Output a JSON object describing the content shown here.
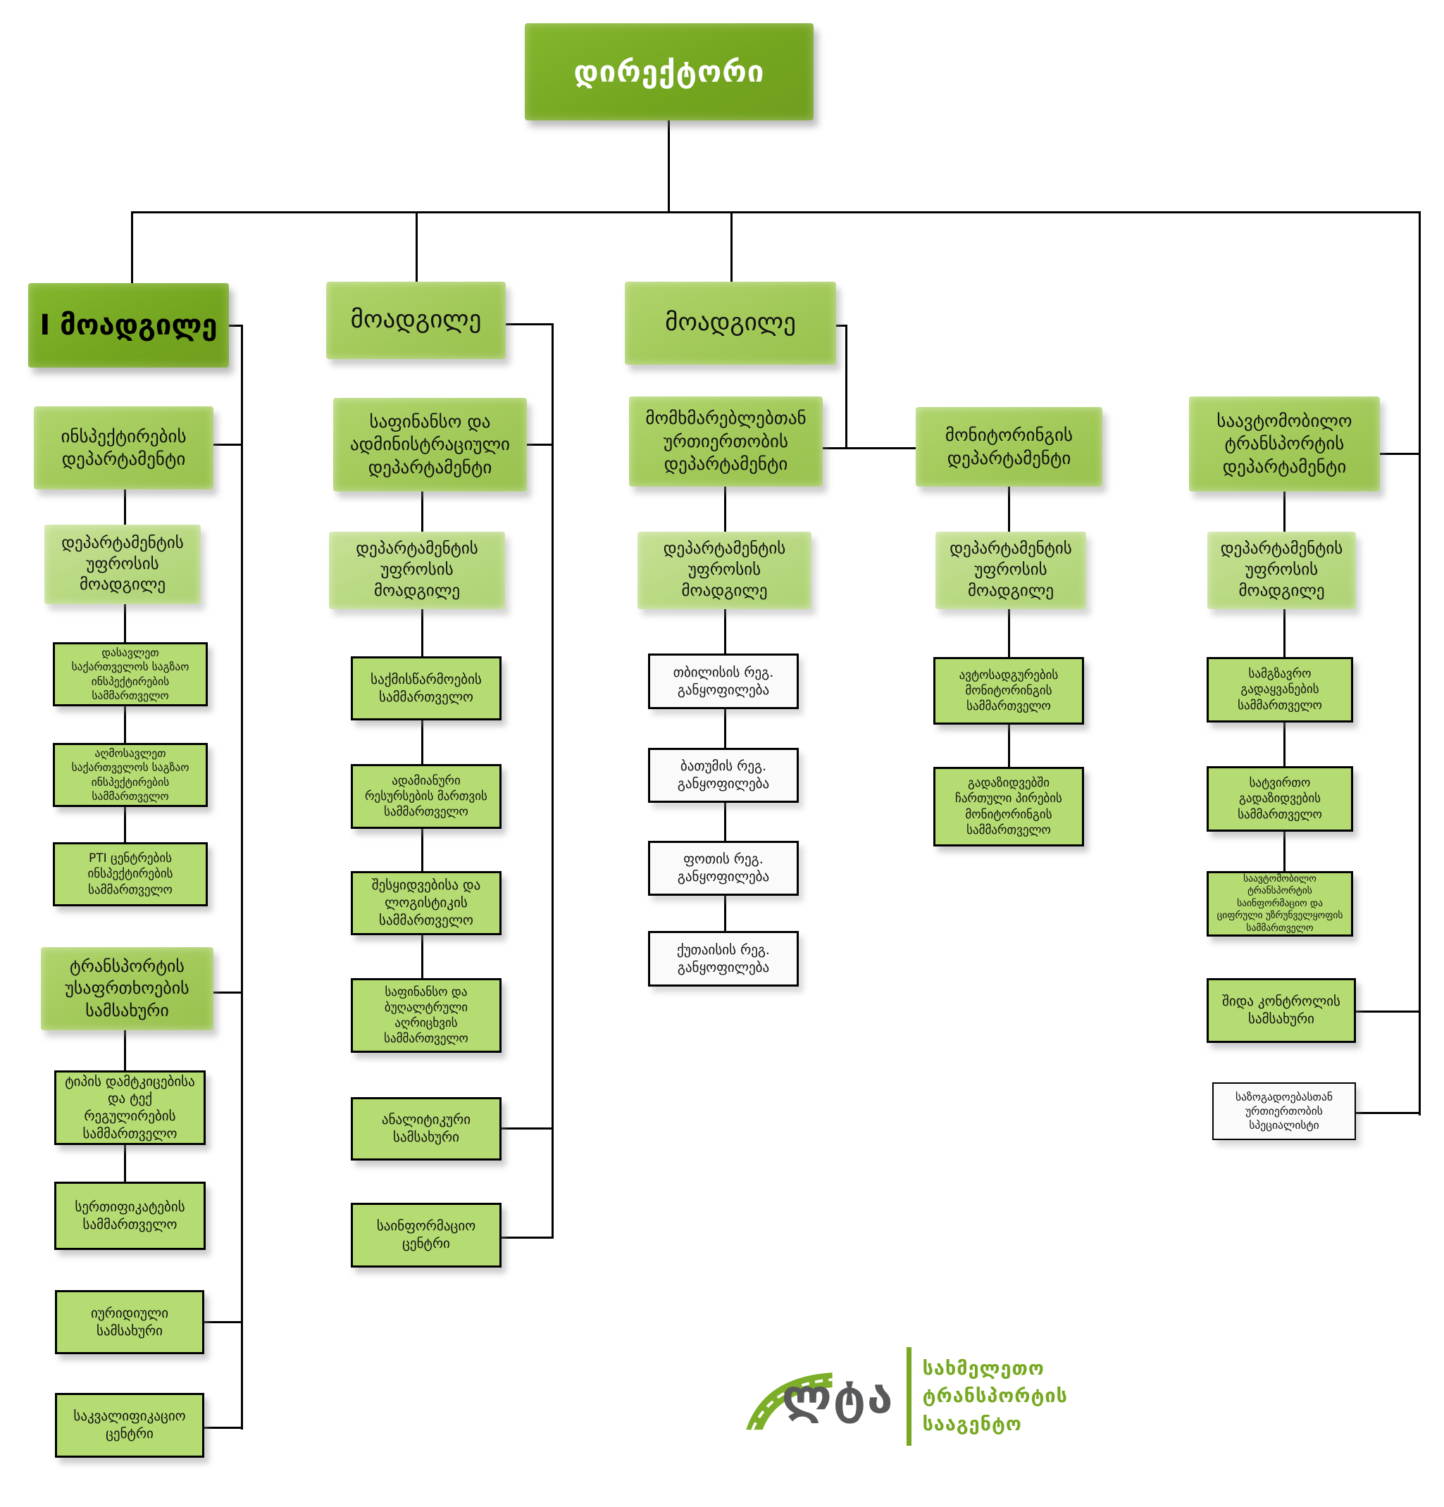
{
  "nodes": {
    "director": "დირექტორი",
    "deputy1": "I მოადგილე",
    "deputy2": "მოადგილე",
    "deputy3": "მოადგილე",
    "dept1": "ინსპექტირების დეპარტამენტი",
    "dept2": "საფინანსო და ადმინისტრაციული დეპარტამენტი",
    "dept3": "მომხმარებლებთან ურთიერთობის დეპარტამენტი",
    "dept4": "მონიტორინგის დეპარტამენტი",
    "dept5": "საავტომობილო ტრანსპორტის დეპარტამენტი",
    "deputy_head": "დეპარტამენტის უფროსის მოადგილე",
    "c1_1": "დასავლეთ საქართველოს საგზაო ინსპექტირების სამმართველო",
    "c1_2": "აღმოსავლეთ საქართველოს საგზაო ინსპექტირების სამმართველო",
    "c1_3": "PTI ცენტრების ინსპექტირების სამმართველო",
    "c1_4": "ტრანსპორტის უსაფრთხოების სამსახური",
    "c1_5": "ტიპის დამტკიცებისა და ტექ რეგულირების სამმართველო",
    "c1_6": "სერთიფიკატების სამმართველო",
    "c1_7": "იურიდიული სამსახური",
    "c1_8": "საკვალიფიკაციო ცენტრი",
    "c2_1": "საქმისწარმოების სამმართველო",
    "c2_2": "ადამიანური რესურსების მართვის სამმართველო",
    "c2_3": "შესყიდვებისა და ლოგისტიკის სამმართველო",
    "c2_4": "საფინანსო და ბუღალტრული აღრიცხვის სამმართველო",
    "c2_5": "ანალიტიკური სამსახური",
    "c2_6": "საინფორმაციო ცენტრი",
    "c3_1": "თბილისის რეგ. განყოფილება",
    "c3_2": "ბათუმის რეგ. განყოფილება",
    "c3_3": "ფოთის რეგ. განყოფილება",
    "c3_4": "ქუთაისის რეგ. განყოფილება",
    "c4_1": "ავტოსადგურების მონიტორინგის სამმართველო",
    "c4_2": "გადაზიდვებში ჩართული პირების მონიტორინგის სამმართველო",
    "c5_1": "სამგზავრო გადაყვანების სამმართველო",
    "c5_2": "სატვირთო გადაზიდვების სამმართველო",
    "c5_3": "საავტომობილო ტრანსპორტის საინფორმაციო და ციფრული უზრუნველყოფის სამმართველო",
    "c5_4": "შიდა კონტროლის სამსახური",
    "c5_5": "საზოგადოებასთან ურთიერთობის სპეციალისტი"
  },
  "logo": {
    "mark": "ლტა",
    "name_line1": "სახმელეთო",
    "name_line2": "ტრანსპორტის",
    "name_line3": "სააგენტო"
  },
  "colors": {
    "strong_green": "#76a821",
    "medium_green": "#a5cd5e",
    "light_green": "#bedc89",
    "division_green": "#b5dc72",
    "line_black": "#000000"
  }
}
